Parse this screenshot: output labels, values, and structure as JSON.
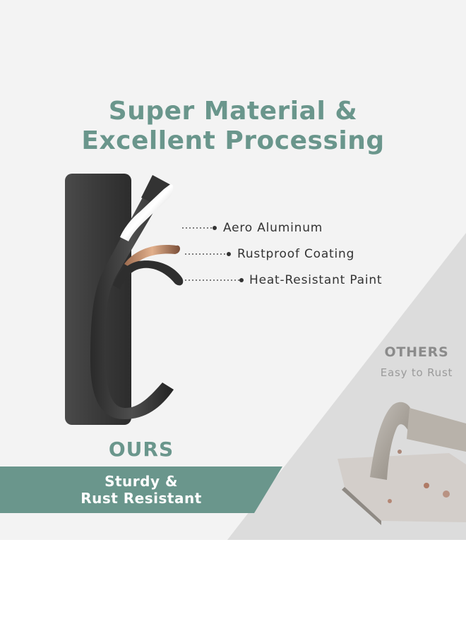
{
  "title": {
    "line1": "Super Material &",
    "line2": "Excellent Processing"
  },
  "callouts": [
    {
      "label": "Aero Aluminum"
    },
    {
      "label": "Rustproof Coating"
    },
    {
      "label": "Heat-Resistant Paint"
    }
  ],
  "others": {
    "heading": "OTHERS",
    "subtitle": "Easy to Rust"
  },
  "ours": {
    "heading": "OURS",
    "banner_line1": "Sturdy &",
    "banner_line2": "Rust Resistant"
  },
  "colors": {
    "accent": "#6a968c",
    "panel": "#f3f3f3",
    "diagonal": "#dcdcdc"
  }
}
